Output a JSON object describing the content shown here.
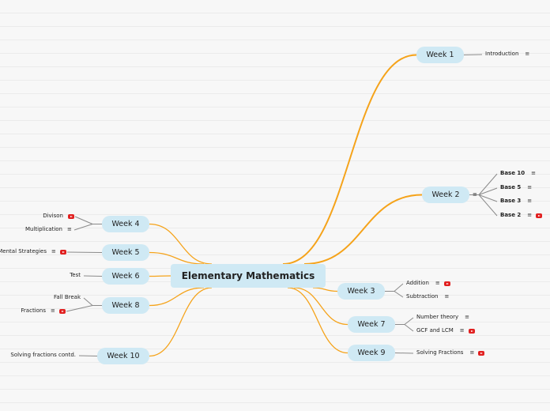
{
  "colors": {
    "branch": "#f5a31a",
    "leaf_line": "#8a8a8a",
    "topic_fill": "#cfe9f4",
    "topic_text": "#222222",
    "video_icon": "#e12020",
    "background": "#f7f7f7"
  },
  "central": {
    "label": "Elementary Mathematics"
  },
  "topics": [
    {
      "id": "w1",
      "label": "Week 1"
    },
    {
      "id": "w2",
      "label": "Week 2"
    },
    {
      "id": "w3",
      "label": "Week 3"
    },
    {
      "id": "w7",
      "label": "Week 7"
    },
    {
      "id": "w9",
      "label": "Week 9"
    },
    {
      "id": "w4",
      "label": "Week 4"
    },
    {
      "id": "w5",
      "label": "Week 5"
    },
    {
      "id": "w6",
      "label": "Week 6"
    },
    {
      "id": "w8",
      "label": "Week 8"
    },
    {
      "id": "w10",
      "label": "Week 10"
    }
  ],
  "subtopics": [
    {
      "parent": "w1",
      "label": "Introduction",
      "note": true,
      "video": false,
      "bold": false
    },
    {
      "parent": "w2",
      "label": "Base 10",
      "note": true,
      "video": false,
      "bold": true
    },
    {
      "parent": "w2",
      "label": "Base 5",
      "note": true,
      "video": false,
      "bold": true
    },
    {
      "parent": "w2",
      "label": "Base 3",
      "note": true,
      "video": false,
      "bold": true
    },
    {
      "parent": "w2",
      "label": "Base 2",
      "note": true,
      "video": true,
      "bold": true
    },
    {
      "parent": "w3",
      "label": "Addition",
      "note": true,
      "video": true,
      "bold": false
    },
    {
      "parent": "w3",
      "label": "Subtraction",
      "note": true,
      "video": false,
      "bold": false
    },
    {
      "parent": "w7",
      "label": "Number theory",
      "note": true,
      "video": false,
      "bold": false
    },
    {
      "parent": "w7",
      "label": "GCF and LCM",
      "note": true,
      "video": true,
      "bold": false
    },
    {
      "parent": "w9",
      "label": "Solving Fractions",
      "note": true,
      "video": true,
      "bold": false
    },
    {
      "parent": "w4",
      "label": "Divison",
      "note": false,
      "video": true,
      "bold": false
    },
    {
      "parent": "w4",
      "label": "Multiplication",
      "note": true,
      "video": false,
      "bold": false
    },
    {
      "parent": "w5",
      "label": "Mental Strategies",
      "note": true,
      "video": true,
      "bold": false
    },
    {
      "parent": "w6",
      "label": "Test",
      "note": false,
      "video": false,
      "bold": false
    },
    {
      "parent": "w8",
      "label": "Fall Break",
      "note": false,
      "video": false,
      "bold": false
    },
    {
      "parent": "w8",
      "label": "Fractions",
      "note": true,
      "video": true,
      "bold": false
    },
    {
      "parent": "w10",
      "label": "Solving fractions contd.",
      "note": false,
      "video": false,
      "bold": false
    }
  ],
  "icons": {
    "note": "note-icon",
    "video": "video-icon",
    "collapse": "note-icon"
  },
  "note_glyph": "≡"
}
